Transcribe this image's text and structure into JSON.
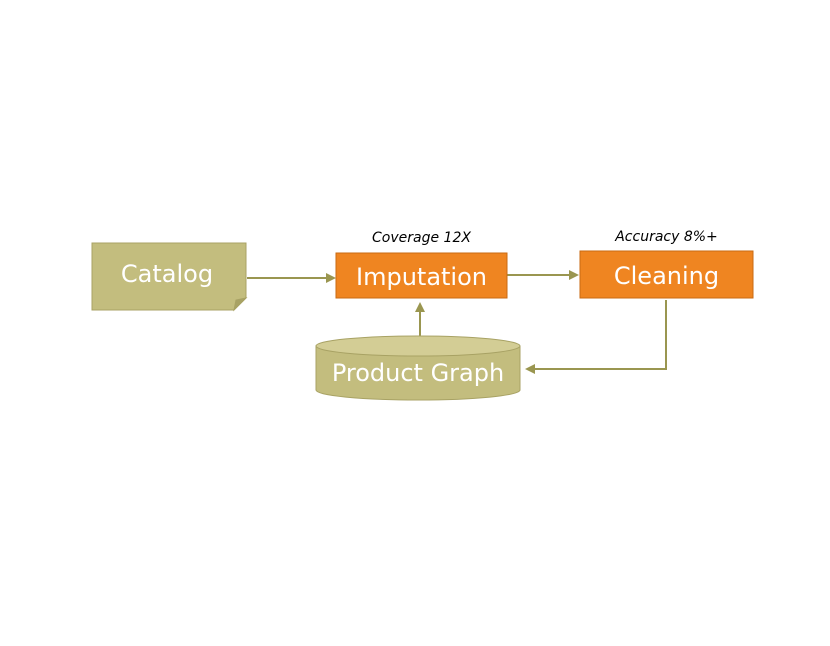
{
  "diagram": {
    "nodes": {
      "catalog": {
        "label": "Catalog",
        "shape": "document",
        "color": "#c3bd7e",
        "stroke": "#a8a264"
      },
      "imputation": {
        "label": "Imputation",
        "shape": "process",
        "color": "#ef8521",
        "stroke": "#c96a12"
      },
      "cleaning": {
        "label": "Cleaning",
        "shape": "process",
        "color": "#ef8521",
        "stroke": "#c96a12"
      },
      "product_graph": {
        "label": "Product Graph",
        "shape": "cylinder",
        "color": "#c3bd7e",
        "stroke": "#a8a264"
      }
    },
    "annotations": {
      "coverage": "Coverage 12X",
      "accuracy": "Accuracy 8%+"
    },
    "edges": [
      {
        "from": "catalog",
        "to": "imputation"
      },
      {
        "from": "imputation",
        "to": "cleaning"
      },
      {
        "from": "cleaning",
        "to": "product_graph"
      },
      {
        "from": "product_graph",
        "to": "imputation"
      }
    ],
    "edge_color": "#9a9650"
  }
}
